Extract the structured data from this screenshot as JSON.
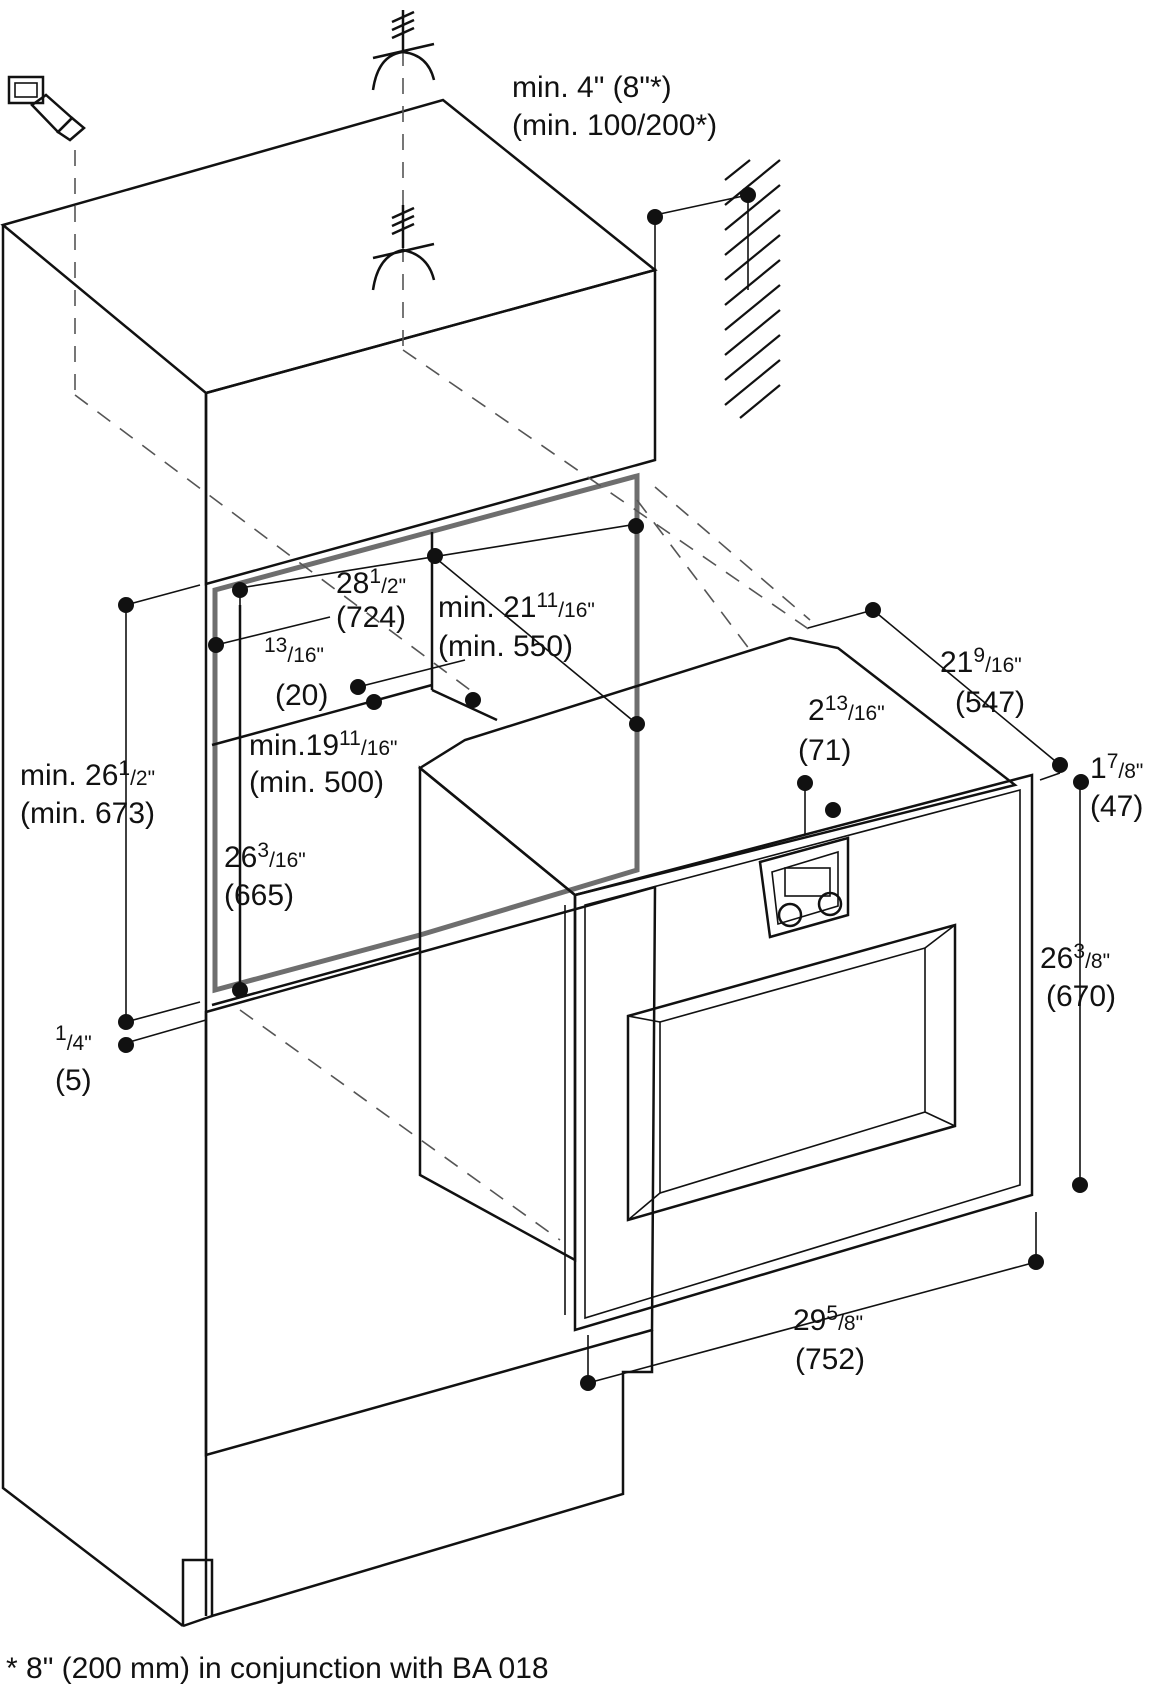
{
  "labels": {
    "top_clearance_in": "min. 4\" (8\"*)",
    "top_clearance_mm": "(min. 100/200*)",
    "opening_width_in": "28",
    "opening_width_frac_num": "1",
    "opening_width_frac_den": "/2\"",
    "opening_width_mm": "(724)",
    "depth_min_in": "min. 21",
    "depth_min_frac_num": "11",
    "depth_min_frac_den": "/16\"",
    "depth_min_mm": "(min. 550)",
    "side_offset_frac_num": "13",
    "side_offset_frac_den": "/16\"",
    "side_offset_mm": "(20)",
    "floor_depth_in": "min.19",
    "floor_depth_frac_num": "11",
    "floor_depth_frac_den": "/16\"",
    "floor_depth_mm": "(min. 500)",
    "niche_height_in": "min. 26",
    "niche_height_frac_num": "1",
    "niche_height_frac_den": "/2\"",
    "niche_height_mm": "(min. 673)",
    "inner_height_in": "26",
    "inner_height_frac_num": "3",
    "inner_height_frac_den": "/16\"",
    "inner_height_mm": "(665)",
    "gap_frac_num": "1",
    "gap_frac_den": "/4\"",
    "gap_mm": "(5)",
    "appliance_depth_in": "21",
    "appliance_depth_frac_num": "9",
    "appliance_depth_frac_den": "/16\"",
    "appliance_depth_mm": "(547)",
    "panel_offset_in": "2",
    "panel_offset_frac_num": "13",
    "panel_offset_frac_den": "/16\"",
    "panel_offset_mm": "(71)",
    "door_thickness_in": "1",
    "door_thickness_frac_num": "7",
    "door_thickness_frac_den": "/8\"",
    "door_thickness_mm": "(47)",
    "appliance_height_in": "26",
    "appliance_height_frac_num": "3",
    "appliance_height_frac_den": "/8\"",
    "appliance_height_mm": "(670)",
    "appliance_width_in": "29",
    "appliance_width_frac_num": "5",
    "appliance_width_frac_den": "/8\"",
    "appliance_width_mm": "(752)"
  },
  "footnote": "* 8\" (200 mm) in conjunction with BA 018",
  "icons": [
    "network-socket-icon",
    "ethernet-plug-icon",
    "power-supply-icon",
    "wall-hatch-icon"
  ]
}
